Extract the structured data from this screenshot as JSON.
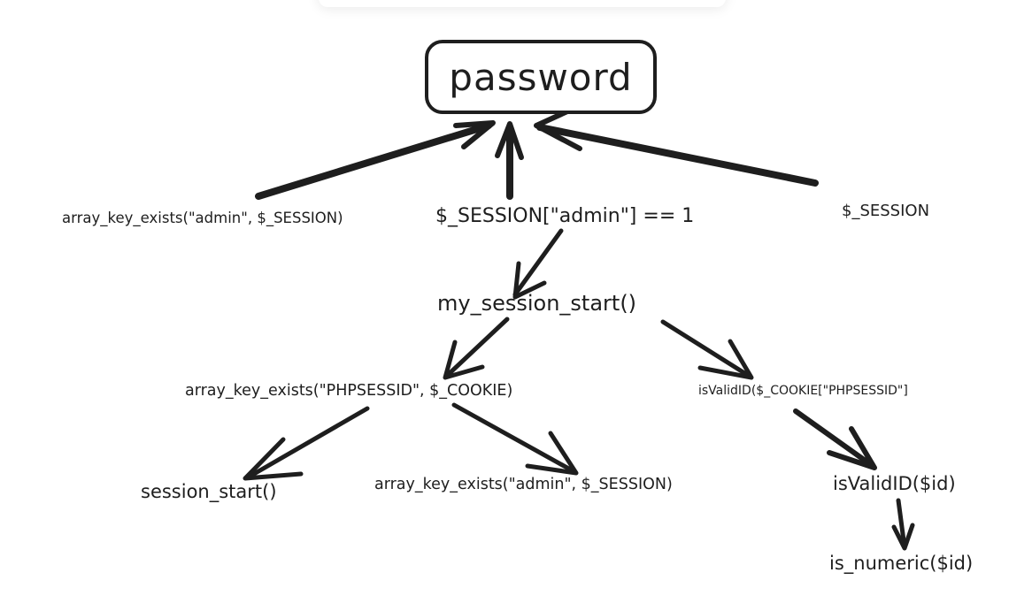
{
  "diagram": {
    "root": {
      "label": "password"
    },
    "nodes": {
      "key_exists_admin_top": "array_key_exists(\"admin\", $_SESSION)",
      "session_admin_eq": "$_SESSION[\"admin\"] == 1",
      "session_var": "$_SESSION",
      "my_session_start": "my_session_start()",
      "key_exists_phpsessid": "array_key_exists(\"PHPSESSID\", $_COOKIE)",
      "is_valid_id_cookie": "isValidID($_COOKIE[\"PHPSESSID\"]",
      "session_start": "session_start()",
      "key_exists_admin_bottom": "array_key_exists(\"admin\", $_SESSION)",
      "is_valid_id": "isValidID($id)",
      "is_numeric": "is_numeric($id)"
    },
    "edges": [
      {
        "from": "key_exists_admin_top",
        "to": "root"
      },
      {
        "from": "session_admin_eq",
        "to": "root"
      },
      {
        "from": "session_var",
        "to": "root"
      },
      {
        "from": "session_admin_eq",
        "to": "my_session_start"
      },
      {
        "from": "my_session_start",
        "to": "key_exists_phpsessid"
      },
      {
        "from": "my_session_start",
        "to": "is_valid_id_cookie"
      },
      {
        "from": "key_exists_phpsessid",
        "to": "session_start"
      },
      {
        "from": "key_exists_phpsessid",
        "to": "key_exists_admin_bottom"
      },
      {
        "from": "is_valid_id_cookie",
        "to": "is_valid_id"
      },
      {
        "from": "is_valid_id",
        "to": "is_numeric"
      }
    ],
    "stroke_color": "#1e1e1e",
    "background_color": "#ffffff"
  }
}
